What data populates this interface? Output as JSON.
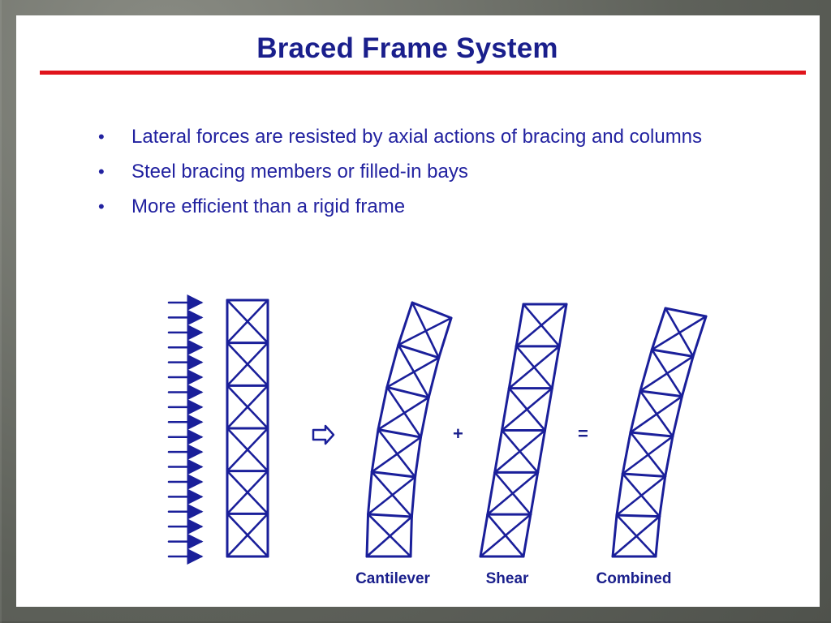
{
  "slide": {
    "title": "Braced Frame System",
    "bullets": [
      "Lateral forces are resisted by axial actions of bracing and columns",
      "Steel bracing members or filled-in bays",
      "More efficient than a rigid frame"
    ],
    "bullet_marker": "•"
  },
  "diagram": {
    "operators": {
      "plus": "+",
      "equals": "="
    },
    "captions": {
      "cantilever": "Cantilever",
      "shear": "Shear",
      "combined": "Combined"
    },
    "line_color": "#1a1f9a",
    "arrow_count": 18,
    "panel_count": 6
  }
}
